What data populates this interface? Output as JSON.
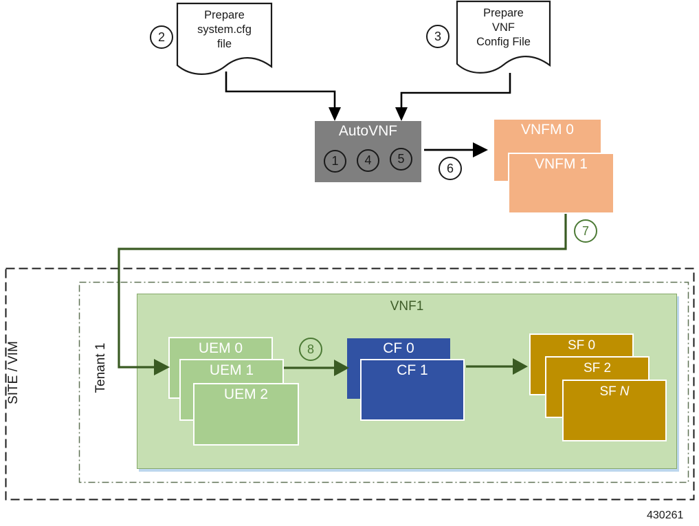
{
  "documents": {
    "doc1": {
      "step": "2",
      "lines": [
        "Prepare",
        "system.cfg",
        "file"
      ]
    },
    "doc2": {
      "step": "3",
      "lines": [
        "Prepare",
        "VNF",
        "Config File"
      ]
    }
  },
  "autovnf": {
    "label": "AutoVNF",
    "inner_steps": [
      "1",
      "4",
      "5"
    ]
  },
  "steps": {
    "autovnf_to_vnfm": "6",
    "vnfm_to_site": "7",
    "uem_to_cf": "8"
  },
  "vnfm": {
    "box0_label": "VNFM 0",
    "box1_label": "VNFM 1"
  },
  "site": {
    "label": "SITE / VIM"
  },
  "tenant": {
    "label": "Tenant 1"
  },
  "vnf": {
    "label": "VNF1",
    "uem_labels": [
      "UEM 0",
      "UEM 1",
      "UEM 2"
    ],
    "cf_labels": [
      "CF 0",
      "CF 1"
    ],
    "sf_labels": {
      "box0": "SF 0",
      "box1": "SF 2",
      "box2_prefix": "SF",
      "box2_n": "N"
    }
  },
  "figure_number": "430261",
  "colors": {
    "autovnf_fill": "#7F7F7F",
    "vnfm_fill": "#F4B183",
    "vnf_container_fill": "#C6DFB2",
    "uem_fill": "#A8CE8F",
    "cf_fill": "#3152A3",
    "sf_fill": "#BE8F00",
    "connector_black": "#000000",
    "connector_green": "#3A5B23",
    "step_circle_green": "#4C7A35",
    "container_shadow_blue": "#BDD7EE"
  }
}
